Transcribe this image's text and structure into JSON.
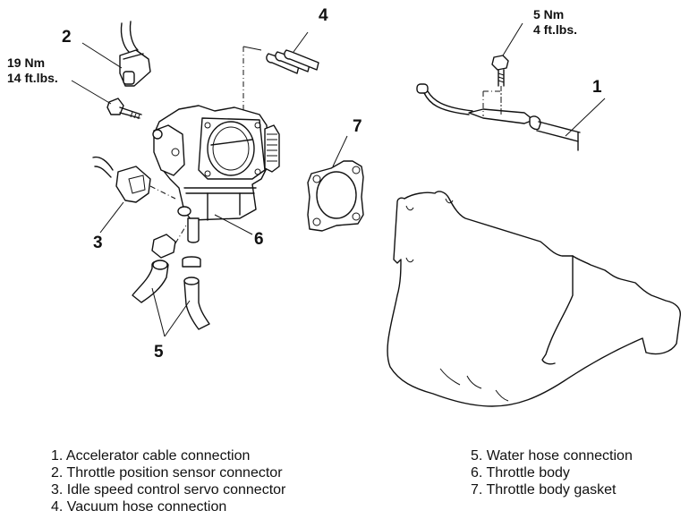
{
  "figure": {
    "title": "Throttle body removal exploded view",
    "callouts": {
      "c1": "1",
      "c2": "2",
      "c3": "3",
      "c4": "4",
      "c5": "5",
      "c6": "6",
      "c7": "7"
    },
    "torque_specs": {
      "tps_bolt": {
        "metric": "19 Nm",
        "imperial": "14 ft.lbs."
      },
      "cable_bracket_bolt": {
        "metric": "5 Nm",
        "imperial": "4 ft.lbs."
      }
    }
  },
  "legend": {
    "left": [
      "1. Accelerator cable connection",
      "2. Throttle position sensor connector",
      "3. Idle speed control servo connector",
      "4. Vacuum hose connection"
    ],
    "right": [
      "5. Water hose connection",
      "6. Throttle body",
      "7. Throttle body gasket"
    ]
  }
}
